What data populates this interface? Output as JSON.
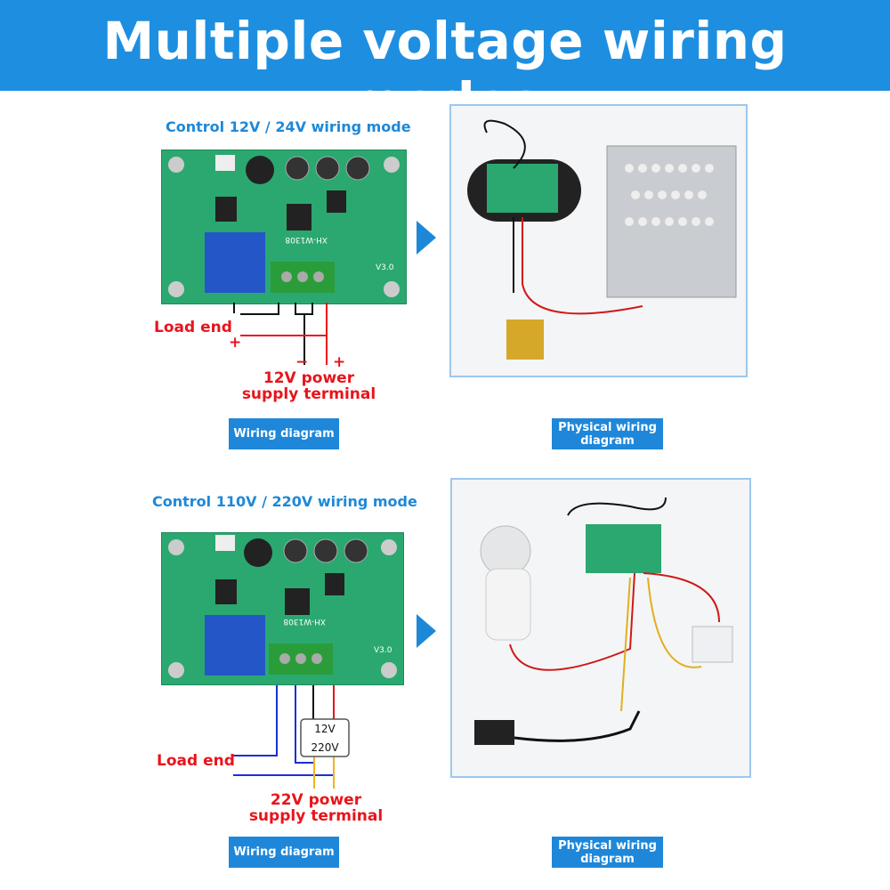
{
  "header": {
    "title": "Multiple voltage wiring modes"
  },
  "section1": {
    "title": "Control 12V / 24V wiring mode",
    "load_label": "Load end",
    "plus": "+",
    "minus": "−",
    "plus2": "+",
    "supply_line1": "12V power",
    "supply_line2": "supply terminal",
    "board_model": "XH-W1308",
    "board_version": "V3.0",
    "wiring_button": "Wiring diagram",
    "physical_button": "Physical wiring diagram"
  },
  "section2": {
    "title": "Control 110V / 220V wiring mode",
    "load_label": "Load end",
    "box_top": "12V",
    "box_bottom": "220V",
    "supply_line1": "22V power",
    "supply_line2": "supply terminal",
    "board_model": "XH-W1308",
    "board_version": "V3.0",
    "wiring_button": "Wiring diagram",
    "physical_button": "Physical wiring diagram"
  },
  "colors": {
    "accent": "#1e8fe0",
    "board": "#2aa870",
    "wire_red": "#e8141c",
    "wire_blue": "#1a2fd6",
    "wire_yellow": "#f2b21e"
  }
}
